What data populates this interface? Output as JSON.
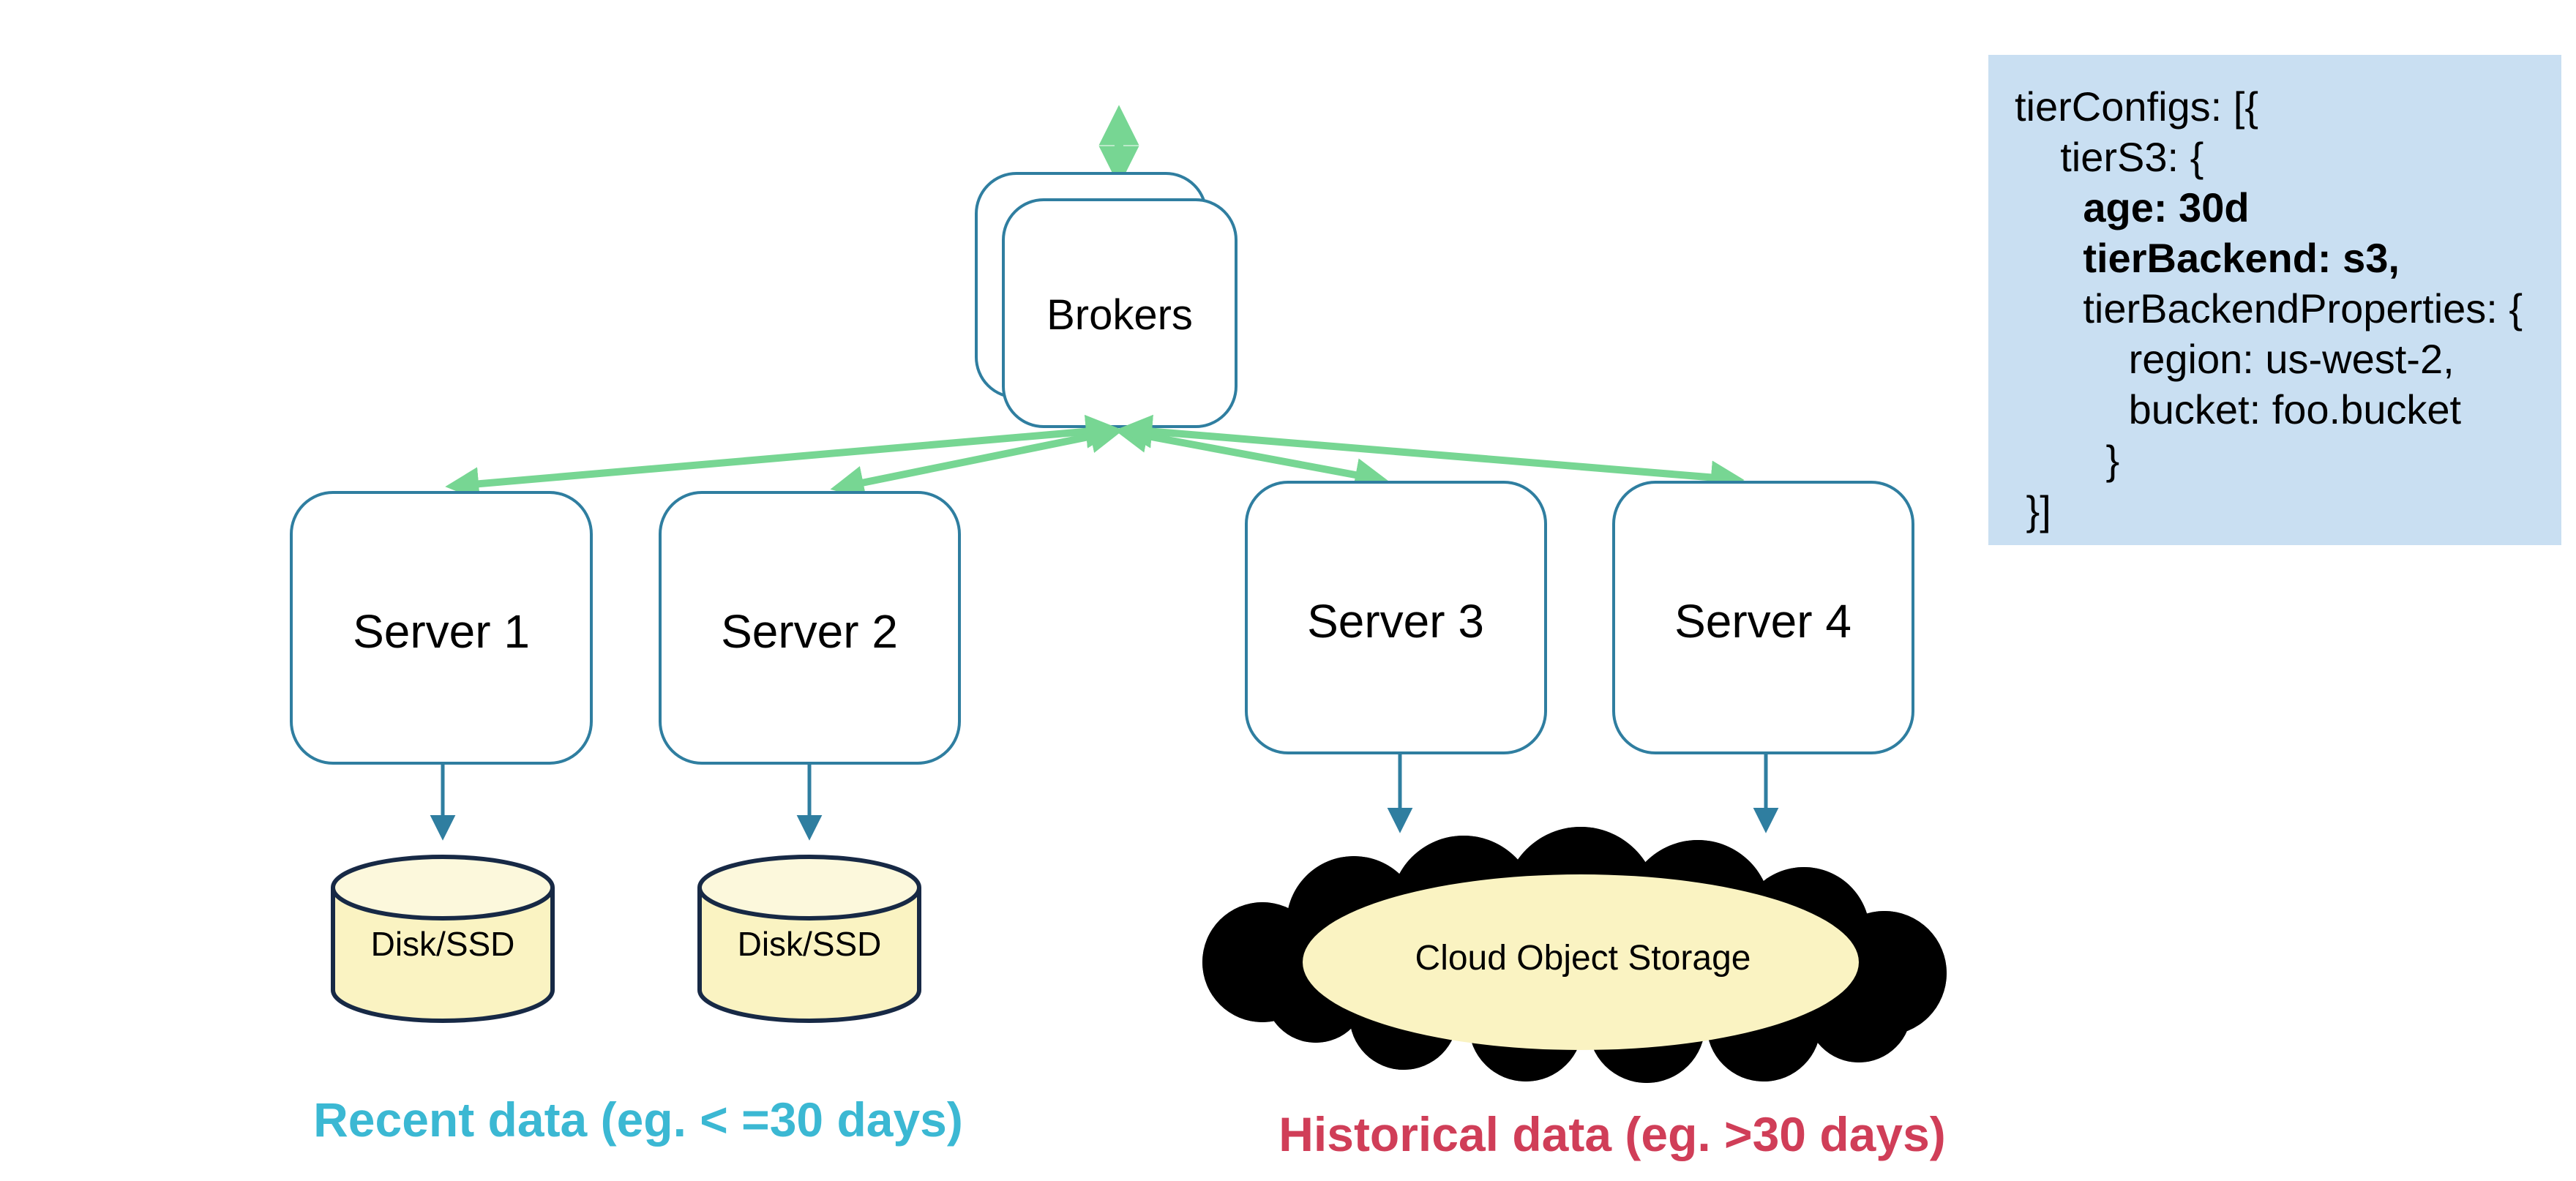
{
  "diagram": {
    "brokers_label": "Brokers",
    "servers": [
      "Server 1",
      "Server 2",
      "Server 3",
      "Server 4"
    ],
    "disks": [
      "Disk/SSD",
      "Disk/SSD"
    ],
    "cloud_label": "Cloud Object Storage",
    "caption_recent": "Recent data (eg. < =30 days)",
    "caption_historical": "Historical data (eg. >30 days)"
  },
  "config_panel": {
    "lines": [
      "tierConfigs: [{",
      "    tierS3: {",
      "      age: 30d",
      "      tierBackend: s3,",
      "      tierBackendProperties: {",
      "          region: us-west-2,",
      "          bucket: foo.bucket",
      "        }",
      " }]"
    ]
  },
  "colors": {
    "green": "#77D693",
    "teal": "#2F7EA0",
    "navy": "#172945",
    "yellow": "#FAF3C2",
    "yellow-light": "#FCF8DC",
    "panel": "#C9DFF2",
    "cyan": "#3BB8D3",
    "crimson": "#D03E58",
    "ink": "#000000"
  }
}
